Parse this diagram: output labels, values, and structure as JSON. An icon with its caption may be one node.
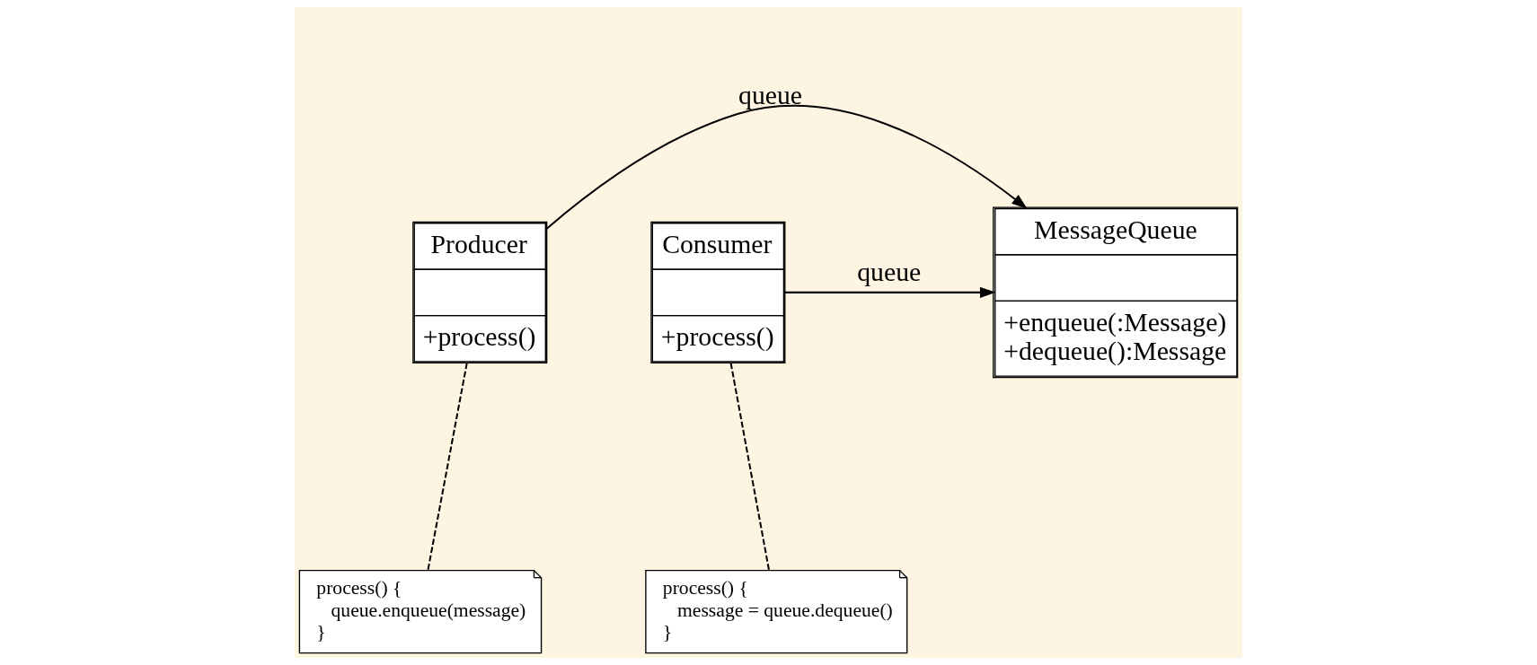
{
  "diagram": {
    "nodes": [
      {
        "text": [
          "Producer",
          "+process()"
        ]
      },
      {
        "text": [
          "MessageQueue",
          "+enqueue(:Message)",
          "+dequeue():Message"
        ]
      },
      {
        "text": [
          "Consumer",
          "+process()"
        ]
      },
      {
        "text": [
          "process() {",
          "queue.enqueue(message)",
          "}"
        ]
      },
      {
        "text": [
          "process() {",
          "message = queue.dequeue()",
          "}"
        ]
      }
    ],
    "edges": [
      {
        "from": 0,
        "to": 1,
        "arrow": "to",
        "label": "queue"
      },
      {
        "from": 2,
        "to": 1,
        "arrow": "to",
        "label": "queue"
      },
      {
        "from": 0,
        "to": 3,
        "arrow": "none",
        "style": "dashed"
      },
      {
        "from": 2,
        "to": 4,
        "arrow": "none",
        "style": "dashed"
      }
    ]
  }
}
